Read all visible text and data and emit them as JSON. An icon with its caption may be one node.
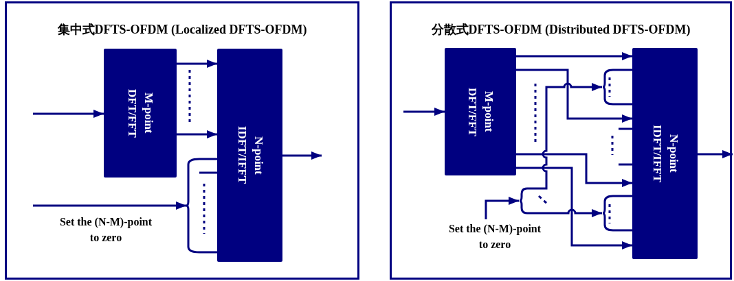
{
  "diagram": {
    "nodes": [
      {
        "text": [
          "集中式DFTS-OFDM (Localized DFTS-OFDM)"
        ]
      },
      {
        "text": [
          "M-point DFT/FFT"
        ],
        "in": 0
      },
      {
        "text": [
          "N-point IDFT/IFFT"
        ],
        "in": 0
      },
      {
        "text": [],
        "shape": "bracket",
        "in": 0
      },
      {
        "text": [
          "分散式DFTS-OFDM (Distributed DFTS-OFDM)"
        ]
      },
      {
        "text": [
          "M-point DFT/FFT"
        ],
        "in": 4
      },
      {
        "text": [
          "N-point IDFT/IFFT"
        ],
        "in": 4
      },
      {
        "text": [],
        "shape": "bracket",
        "in": 4
      },
      {
        "text": [],
        "shape": "bracket",
        "in": 4
      },
      {
        "text": [],
        "shape": "bracket",
        "in": 4
      },
      {
        "text": [
          "Set the (N-M)-point to zero"
        ],
        "in": 4
      }
    ],
    "edges": [
      {
        "from": null,
        "to": 1,
        "arrow": "to"
      },
      {
        "from": 1,
        "to": 2,
        "arrow": "to"
      },
      {
        "from": 1,
        "to": 2,
        "arrow": "to"
      },
      {
        "from": null,
        "to": 3,
        "arrow": "to",
        "label": "Set the (N-M)-point to zero"
      },
      {
        "from": 3,
        "to": 2,
        "arrow": "none"
      },
      {
        "from": 3,
        "to": 2,
        "arrow": "none"
      },
      {
        "from": 3,
        "to": 2,
        "arrow": "none"
      },
      {
        "from": 2,
        "to": null,
        "arrow": "to"
      },
      {
        "from": null,
        "to": 5,
        "arrow": "to"
      },
      {
        "from": 5,
        "to": 6,
        "arrow": "to"
      },
      {
        "from": 5,
        "to": 6,
        "arrow": "to"
      },
      {
        "from": 5,
        "to": 6,
        "arrow": "to"
      },
      {
        "from": 5,
        "to": 6,
        "arrow": "to"
      },
      {
        "from": 10,
        "to": 8,
        "arrow": "to"
      },
      {
        "from": 8,
        "to": 7,
        "arrow": "to"
      },
      {
        "from": 8,
        "to": 9,
        "arrow": "to"
      },
      {
        "from": 7,
        "to": 6,
        "arrow": "none"
      },
      {
        "from": 7,
        "to": 6,
        "arrow": "none"
      },
      {
        "from": 9,
        "to": 6,
        "arrow": "none"
      },
      {
        "from": 9,
        "to": 6,
        "arrow": "none"
      },
      {
        "from": null,
        "to": 6,
        "arrow": "none"
      },
      {
        "from": null,
        "to": 6,
        "arrow": "none"
      },
      {
        "from": 6,
        "to": null,
        "arrow": "to"
      }
    ]
  }
}
